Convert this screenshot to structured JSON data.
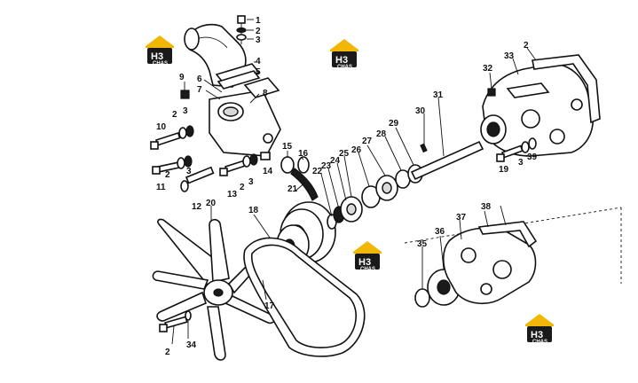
{
  "logo": {
    "main": "H3",
    "sub": "CHAS",
    "colors": {
      "roof": "#f2b705",
      "badge": "#1a1a1a"
    }
  },
  "callouts": [
    "1",
    "2",
    "3",
    "4",
    "5",
    "6",
    "7",
    "8",
    "9",
    "2",
    "3",
    "10",
    "2",
    "3",
    "11",
    "12",
    "2",
    "3",
    "13",
    "14",
    "15",
    "16",
    "21",
    "22",
    "23",
    "24",
    "25",
    "26",
    "27",
    "28",
    "29",
    "30",
    "31",
    "32",
    "33",
    "2",
    "3",
    "39",
    "19",
    "20",
    "18",
    "17",
    "2",
    "34",
    "35",
    "36",
    "37",
    "38"
  ]
}
